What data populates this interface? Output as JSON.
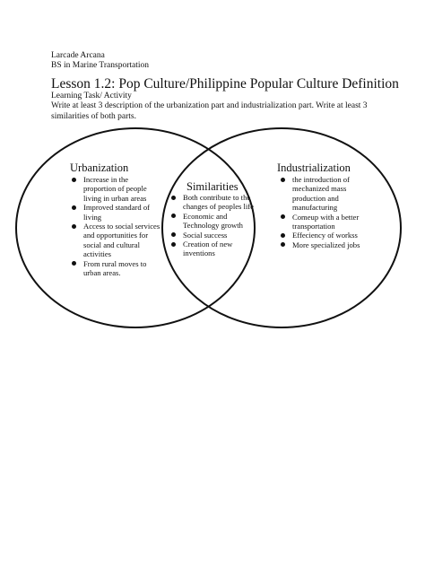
{
  "header": {
    "author": "Larcade Arcana",
    "program": "BS in Marine Transportation",
    "lesson_title": "Lesson 1.2: Pop Culture/Philippine Popular Culture Definition",
    "task_label": "Learning Task/ Activity",
    "instructions": "Write at least 3 description of the urbanization part and industrialization part. Write at least 3 similarities of both parts."
  },
  "venn": {
    "left": {
      "heading": "Urbanization",
      "items": [
        "Increase in the proportion of people living in urban areas",
        "Improved standard of living",
        "Access to social services and opportunities for social and cultural activities",
        "From rural moves to urban areas."
      ]
    },
    "center": {
      "heading": "Similarities",
      "items": [
        "Both contribute to the changes of peoples life",
        "Economic and Technology growth",
        "Social success",
        "Creation of new inventions"
      ]
    },
    "right": {
      "heading": "Industrialization",
      "items": [
        "the introduction of mechanized mass production and manufacturing",
        "Comeup with a better transportation",
        "Effeciency of workss",
        "More specialized jobs"
      ]
    }
  }
}
